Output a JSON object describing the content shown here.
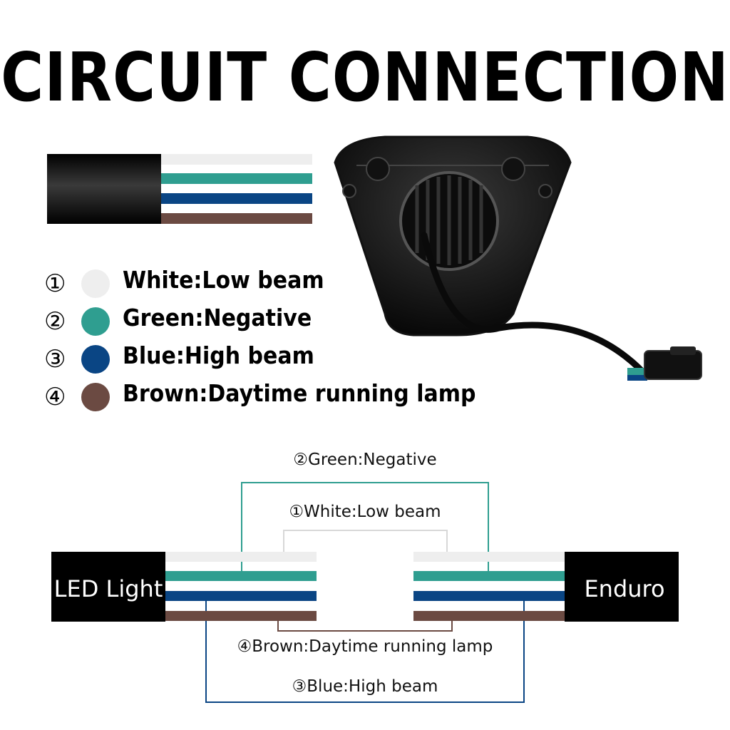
{
  "title": "CIRCUIT CONNECTION",
  "colors": {
    "white": "#eeeeee",
    "green": "#2f9e90",
    "blue": "#0a4584",
    "brown": "#6b4a42",
    "cable": "#000000"
  },
  "legend": [
    {
      "num": "①",
      "label": "White:Low beam",
      "color": "#eeeeee"
    },
    {
      "num": "②",
      "label": "Green:Negative",
      "color": "#2f9e90"
    },
    {
      "num": "③",
      "label": "Blue:High beam",
      "color": "#0a4584"
    },
    {
      "num": "④",
      "label": "Brown:Daytime running lamp",
      "color": "#6b4a42"
    }
  ],
  "diagram": {
    "left_label": "LED Light",
    "right_label": "Enduro",
    "green_label": "②Green:Negative",
    "white_label": "①White:Low beam",
    "brown_label": "④Brown:Daytime running lamp",
    "blue_label": "③Blue:High beam"
  },
  "icons": {
    "headlight": "headlight-rear-icon",
    "connector": "wire-connector-icon"
  }
}
